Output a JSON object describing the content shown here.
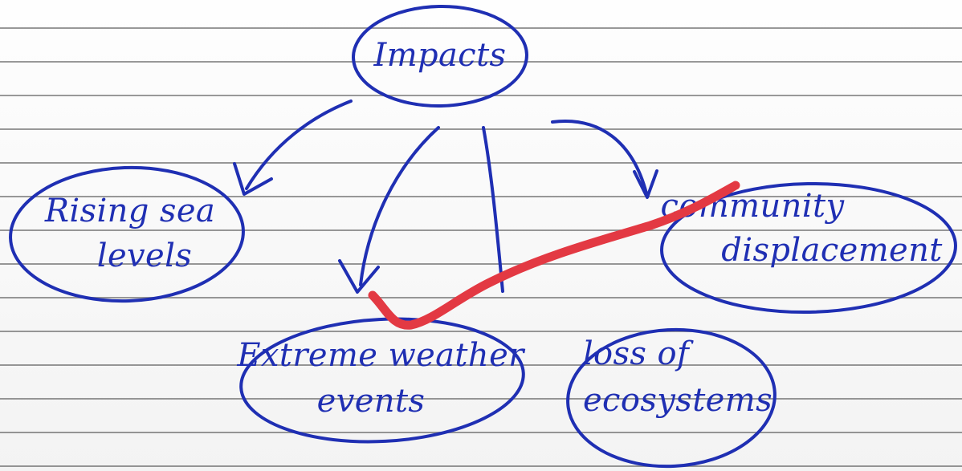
{
  "diagram": {
    "center": {
      "label": "Impacts"
    },
    "nodes": [
      {
        "id": "rising-sea-levels",
        "lines": [
          "Rising sea",
          "levels"
        ]
      },
      {
        "id": "extreme-weather-events",
        "lines": [
          "Extreme weather",
          "events"
        ]
      },
      {
        "id": "loss-of-ecosystems",
        "lines": [
          "loss of",
          "ecosystems"
        ]
      },
      {
        "id": "community-displacement",
        "lines": [
          "community",
          "displacement"
        ]
      }
    ],
    "colors": {
      "ink": "#1f2fb3",
      "red_mark": "#e33943"
    }
  }
}
